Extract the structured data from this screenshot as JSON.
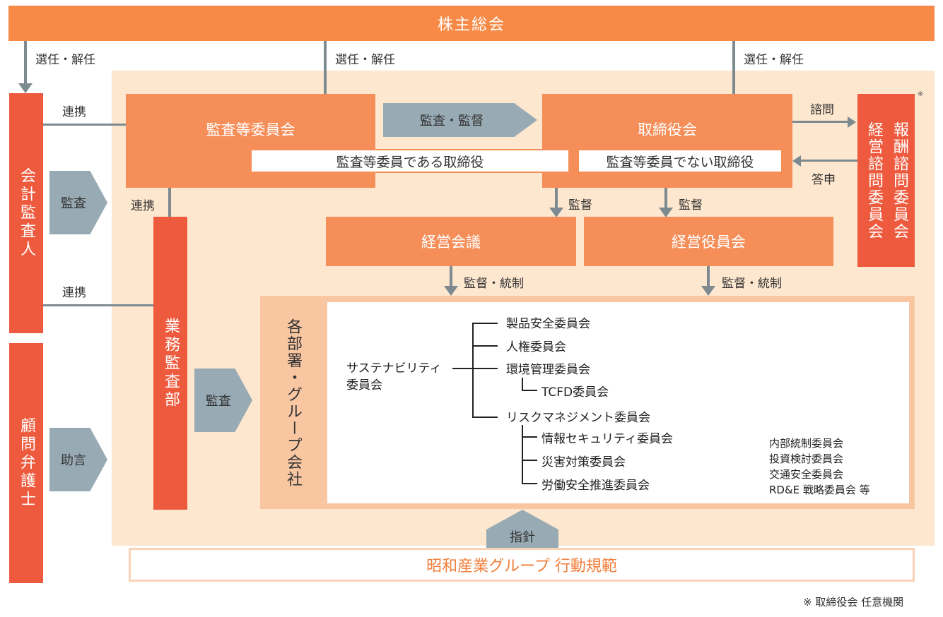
{
  "top": {
    "shareholders": "株主総会"
  },
  "labels": {
    "elect1": "選任・解任",
    "elect2": "選任・解任",
    "elect3": "選任・解任",
    "renkei1": "連携",
    "renkei2": "連携",
    "renkei3": "連携",
    "shimon": "諮問",
    "toushin": "答申",
    "kantoku1": "監督",
    "kantoku2": "監督",
    "tosei1": "監督・統制",
    "tosei2": "監督・統制",
    "note_mark": "※",
    "footnote": "※ 取締役会 任意機関"
  },
  "arrows": {
    "audit_supervise": "監査・監督",
    "audit1": "監査",
    "audit2": "監査",
    "advice": "助言",
    "guideline": "指針"
  },
  "boxes": {
    "audit_committee": "監査等委員会",
    "board": "取締役会",
    "audit_director": "監査等委員である取締役",
    "non_audit_director": "監査等委員でない取締役",
    "accounting_auditor": "会計監査人",
    "legal_advisor": "顧問弁護士",
    "internal_audit": "業務監査部",
    "compensation": "報酬諮問委員会",
    "nomination": "経営諮問委員会",
    "mgmt_meeting": "経営会議",
    "officers_meeting": "経営役員会",
    "departments": "各部署・グループ会社",
    "code_of_conduct": "昭和産業グループ 行動規範"
  },
  "tree": {
    "root_line1": "サステナビリティ",
    "root_line2": "委員会",
    "items": [
      "製品安全委員会",
      "人権委員会",
      "環境管理委員会",
      "TCFD委員会",
      "リスクマネジメント委員会",
      "情報セキュリティ委員会",
      "災害対策委員会",
      "労働安全推進委員会"
    ],
    "others": [
      "内部統制委員会",
      "投資検討委員会",
      "交通安全委員会",
      "RD&E 戦略委員会 等"
    ]
  },
  "colors": {
    "orange": "#F68A46",
    "red": "#EE5A3D",
    "pale": "#FDE7CF",
    "gray_arrow": "#98AAB4"
  }
}
